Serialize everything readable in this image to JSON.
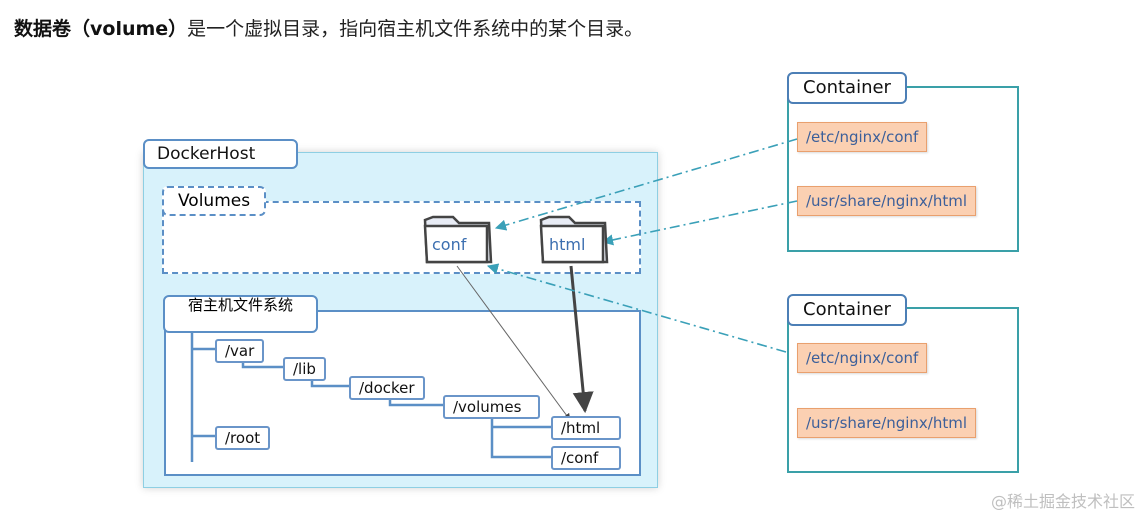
{
  "heading": {
    "bold": "数据卷（volume）",
    "text": "是一个虚拟目录，指向宿主机文件系统中的某个目录。"
  },
  "docker_host": {
    "label": "DockerHost"
  },
  "volumes": {
    "label": "Volumes",
    "folders": [
      {
        "label": "conf"
      },
      {
        "label": "html"
      }
    ]
  },
  "host_fs": {
    "label": "宿主机文件系统",
    "nodes": {
      "var": "/var",
      "lib": "/lib",
      "docker": "/docker",
      "volumes": "/volumes",
      "html": "/html",
      "conf": "/conf",
      "root": "/root"
    }
  },
  "containers": [
    {
      "label": "Container",
      "paths": [
        "/etc/nginx/conf",
        "/usr/share/nginx/html"
      ]
    },
    {
      "label": "Container",
      "paths": [
        "/etc/nginx/conf",
        "/usr/share/nginx/html"
      ]
    }
  ],
  "watermark": "@稀土掘金技术社区",
  "colors": {
    "host_bg": "#d8f2fb",
    "box_border": "#5b8fc6",
    "container_border": "#3aa0a8",
    "path_tag_bg": "#fbd0b2",
    "link_line": "#3aa0b8"
  }
}
